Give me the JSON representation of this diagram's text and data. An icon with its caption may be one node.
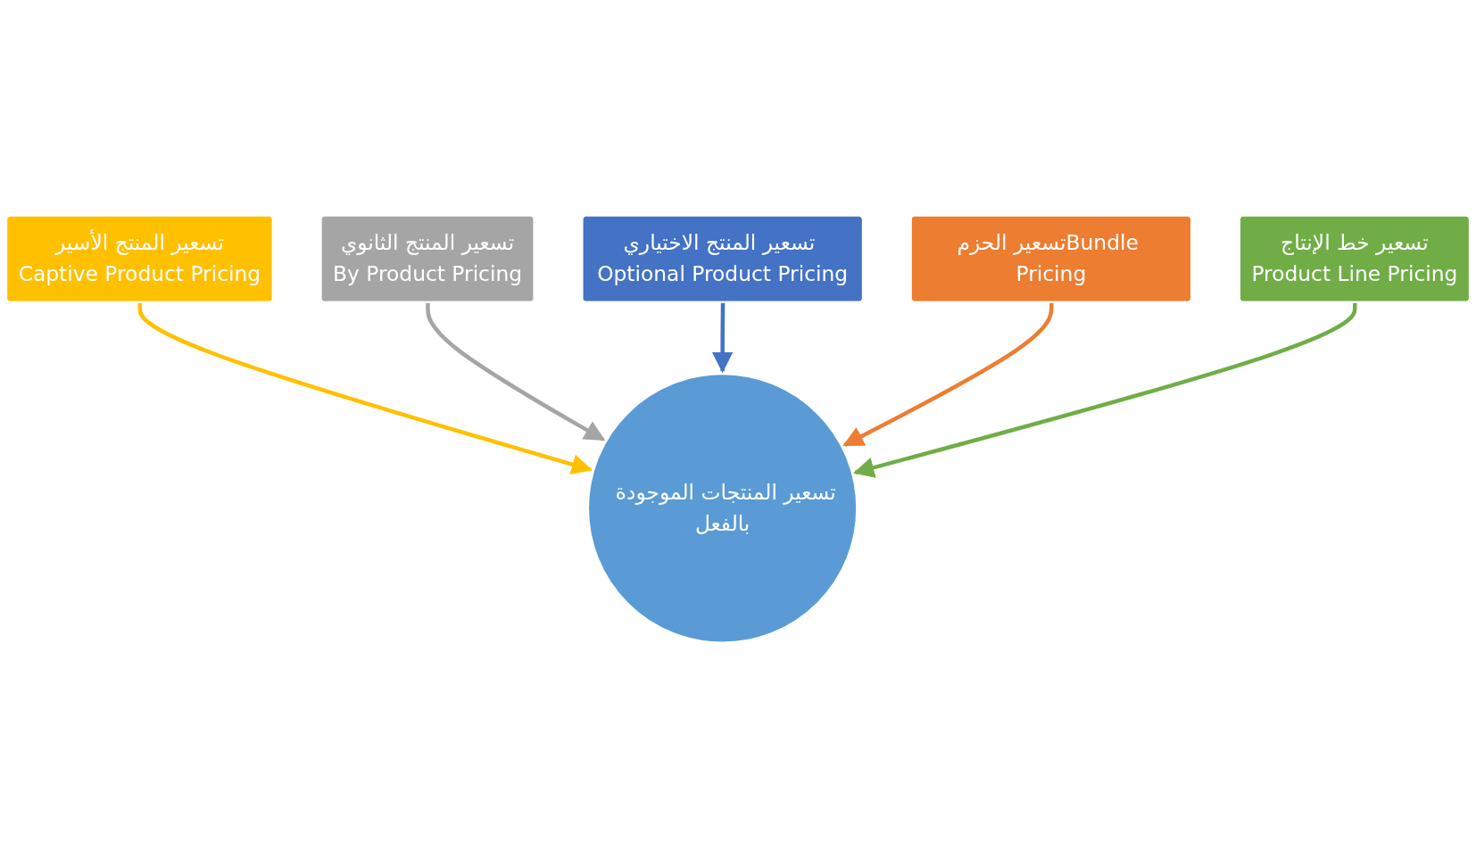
{
  "diagram": {
    "nodes": [
      {
        "text": [
          "تسعير المنتج الأسير",
          "Captive Product Pricing"
        ]
      },
      {
        "text": [
          "تسعير المنتج الثانوي",
          "By Product Pricing"
        ]
      },
      {
        "text": [
          "تسعير المنتج الاختياري Optional Product Pricing"
        ]
      },
      {
        "text": [
          "تسعير الحزمBundle Pricing"
        ]
      },
      {
        "text": [
          "تسعير المنتجات الموجودة بالفعل"
        ]
      },
      {
        "text": [
          "تسعير خط الإنتاج",
          "Product Line Pricing"
        ]
      }
    ],
    "edges": [
      {
        "from": 0,
        "to": 4,
        "arrow": "to",
        "color": "#ffc000"
      },
      {
        "from": 1,
        "to": 4,
        "arrow": "to",
        "color": "#a5a5a5"
      },
      {
        "from": 2,
        "to": 4,
        "arrow": "to",
        "color": "#4472c4"
      },
      {
        "from": 3,
        "to": 4,
        "arrow": "to",
        "color": "#ed7d31"
      },
      {
        "from": 5,
        "to": 4,
        "arrow": "to",
        "color": "#70ad47"
      }
    ]
  }
}
